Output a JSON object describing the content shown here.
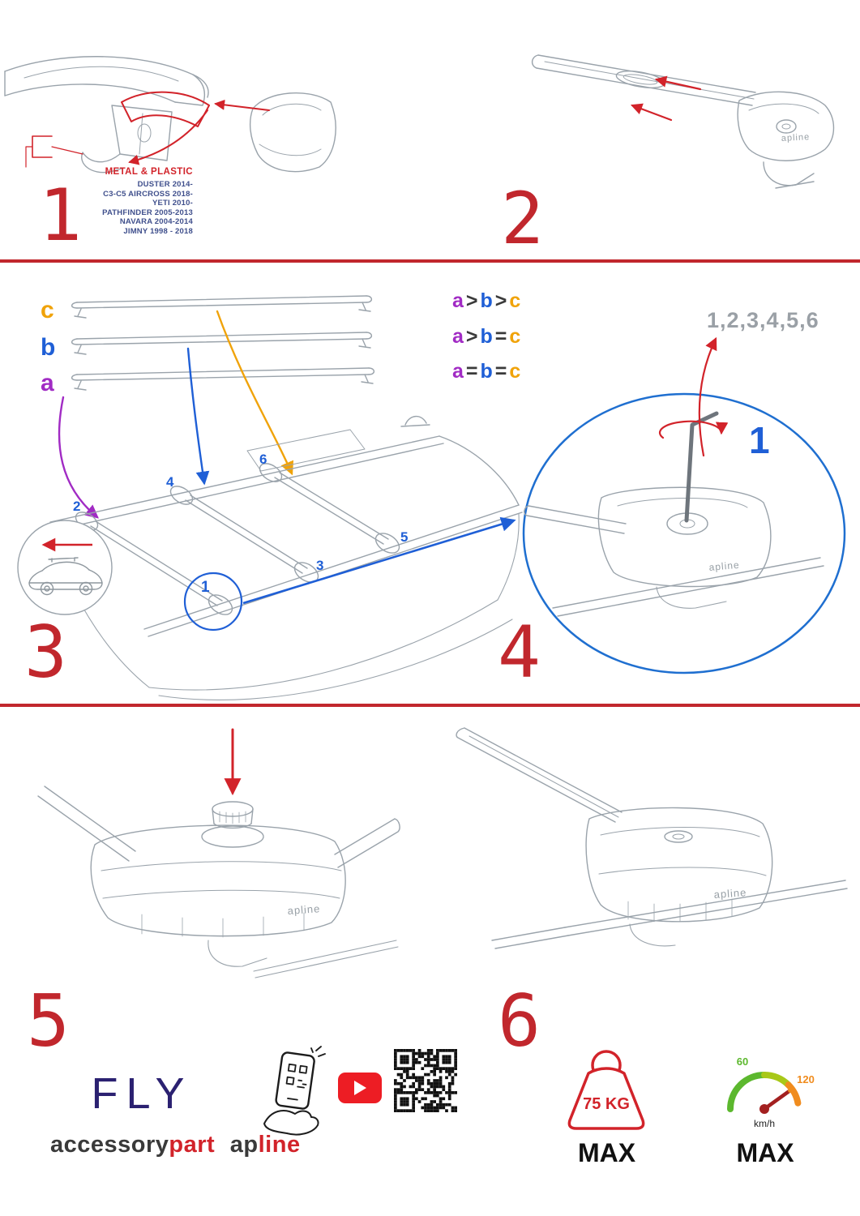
{
  "steps": {
    "s1": {
      "number": "1",
      "material_label": "METAL & PLASTIC",
      "models": [
        "DUSTER 2014-",
        "C3-C5 AIRCROSS 2018-",
        "YETI 2010-",
        "PATHFINDER 2005-2013",
        "NAVARA 2004-2014",
        "JIMNY 1998 - 2018"
      ]
    },
    "s2": {
      "number": "2",
      "brand_on_part": "apline"
    },
    "s3": {
      "number": "3",
      "bar_labels": {
        "a": "a",
        "b": "b",
        "c": "c"
      },
      "comparisons": [
        {
          "t1": "a",
          "op1": ">",
          "t2": "b",
          "op2": ">",
          "t3": "c"
        },
        {
          "t1": "a",
          "op1": ">",
          "t2": "b",
          "op2": "=",
          "t3": "c"
        },
        {
          "t1": "a",
          "op1": "=",
          "t2": "b",
          "op2": "=",
          "t3": "c"
        }
      ],
      "positions": {
        "p1": "1",
        "p2": "2",
        "p3": "3",
        "p4": "4",
        "p5": "5",
        "p6": "6"
      }
    },
    "s4": {
      "number": "4",
      "sequence": "1,2,3,4,5,6",
      "order_start": "1",
      "brand_on_part": "apline"
    },
    "s5": {
      "number": "5",
      "brand_on_part": "apline"
    },
    "s6": {
      "number": "6",
      "brand_on_part": "apline"
    }
  },
  "footer": {
    "product_name": "FLY",
    "brand_accessory": "accessory",
    "brand_part": "part",
    "brand_ap": "ap",
    "brand_line": "line",
    "weight_limit": "75 KG",
    "weight_max_label": "MAX",
    "speed_low": "60",
    "speed_high": "120",
    "speed_unit": "km/h",
    "speed_max_label": "MAX"
  }
}
